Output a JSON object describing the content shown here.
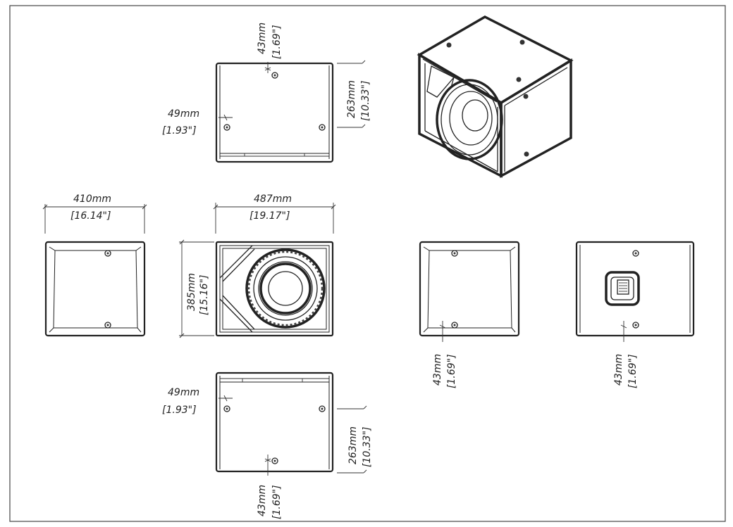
{
  "dimensions": {
    "width_front": {
      "mm": "487mm",
      "in": "[19.17\"]"
    },
    "width_side": {
      "mm": "410mm",
      "in": "[16.14\"]"
    },
    "height_front": {
      "mm": "385mm",
      "in": "[15.16\"]"
    },
    "top_hole_edge": {
      "mm": "43mm",
      "in": "[1.69\"]"
    },
    "top_side_off": {
      "mm": "49mm",
      "in": "[1.93\"]"
    },
    "top_depth": {
      "mm": "263mm",
      "in": "[10.33\"]"
    },
    "side_hole_off": {
      "mm": "43mm",
      "in": "[1.69\"]"
    },
    "rear_hole_off": {
      "mm": "43mm",
      "in": "[1.69\"]"
    },
    "bot_side_off": {
      "mm": "49mm",
      "in": "[1.93\"]"
    },
    "bot_depth": {
      "mm": "263mm",
      "in": "[10.33\"]"
    },
    "bot_hole_edge": {
      "mm": "43mm",
      "in": "[1.69\"]"
    }
  }
}
